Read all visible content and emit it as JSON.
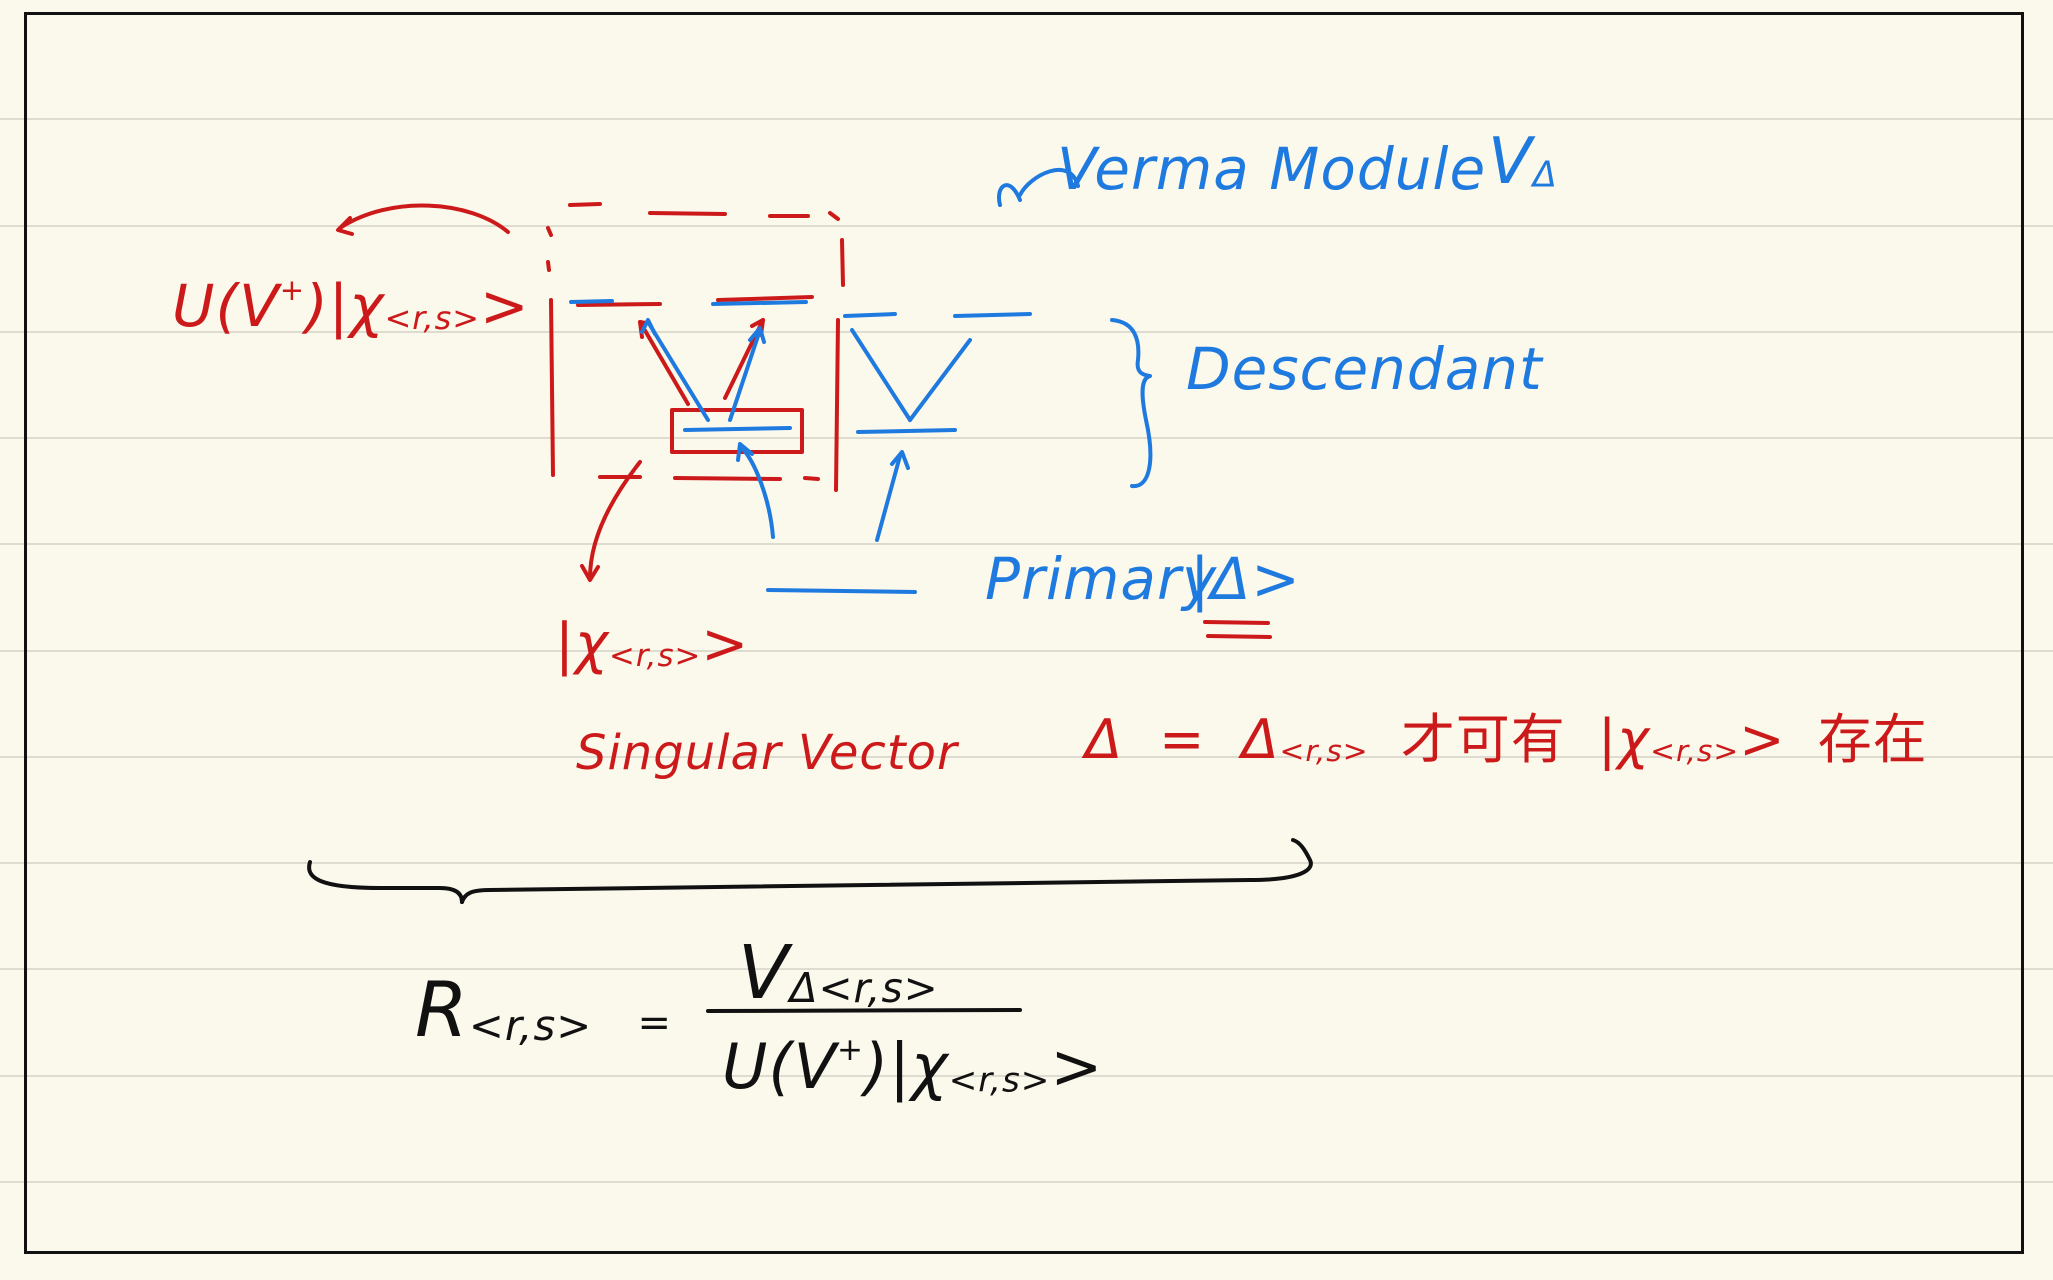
{
  "labels": {
    "verma_module": "Verma Module",
    "verma_symbol_v": "V",
    "verma_symbol_delta": "Δ",
    "submodule_u": "U(V",
    "submodule_dagger": "+",
    "submodule_state": ")|χ",
    "submodule_sub": "<r,s>",
    "submodule_ket_close": ">",
    "descendant": "Descendant",
    "primary": "Primary",
    "primary_ket": "|Δ>",
    "singular_state": "|χ",
    "singular_sub": "<r,s>",
    "singular_close": ">",
    "singular_vector": "Singular Vector",
    "condition_lhs": "Δ",
    "condition_eq": "=",
    "condition_rhs": "Δ",
    "condition_rhs_sub": "<r,s>",
    "condition_text": "才可有",
    "condition_state": "|χ",
    "condition_state_sub": "<r,s>",
    "condition_state_close": ">",
    "condition_exist": "存在"
  },
  "formula": {
    "lhs": "R",
    "lhs_sub": "<r,s>",
    "eq": "=",
    "num_v": "V",
    "num_sub": "Δ<r,s>",
    "den_u": "U(V",
    "den_dagger": "+",
    "den_rest": ")|χ",
    "den_sub": "<r,s>",
    "den_close": ">"
  },
  "colors": {
    "red": "#cc1a1a",
    "blue": "#1f7ae0",
    "black": "#111111",
    "paper": "#fbf8ec"
  }
}
